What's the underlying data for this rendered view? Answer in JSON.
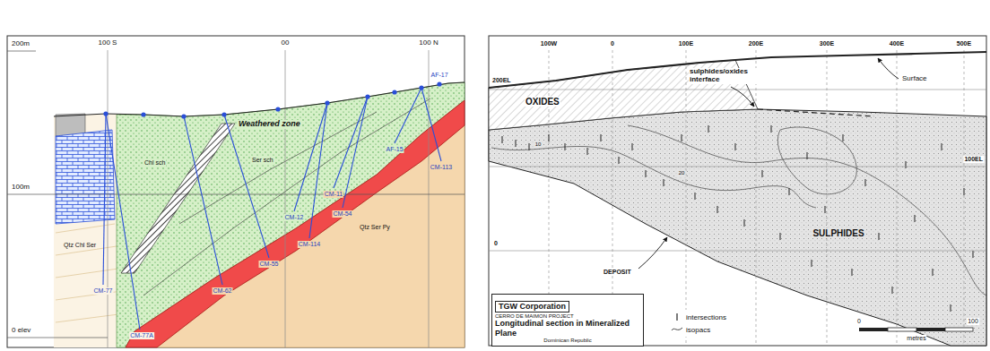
{
  "diagram": {
    "nodes": [
      {
        "text": [
          "TGW Corporation",
          "CERRO DE MAIMON PROJECT",
          "Longitudinal section in Mineralized Plane",
          "Dominican Republic"
        ]
      }
    ],
    "labels": [
      "200m",
      "100m",
      "0 elev",
      "100 S",
      "00",
      "100 N",
      "Weathered zone",
      "AF-17",
      "AF-15",
      "CM-113",
      "CM-11",
      "CM-54",
      "CM-12",
      "CM-114",
      "CM-55",
      "CM-62",
      "CM-77",
      "CM-77A",
      "Chl sch",
      "Ser sch",
      "Qtz Chl Ser",
      "Qtz Ser Py",
      "100W",
      "0",
      "100E",
      "200E",
      "300E",
      "400E",
      "500E",
      "200EL",
      "100EL",
      "0",
      "OXIDES",
      "sulphides/oxides interface",
      "Surface",
      "SULPHIDES",
      "DEPOSIT",
      "10",
      "20",
      "0",
      "100",
      "metres"
    ],
    "legend": [
      {
        "text": "intersections"
      },
      {
        "text": "isopacs"
      }
    ]
  }
}
